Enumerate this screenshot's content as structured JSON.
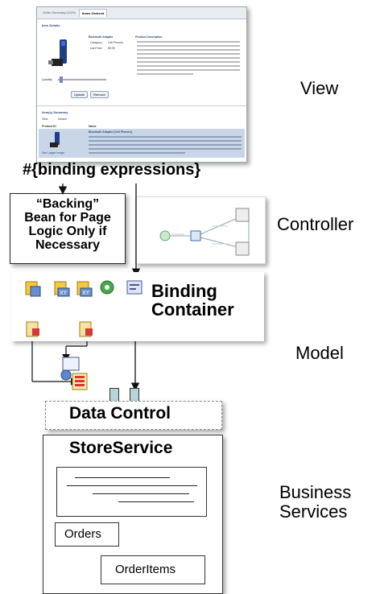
{
  "layers": {
    "view": "View",
    "controller": "Controller",
    "model": "Model",
    "business_line1": "Business",
    "business_line2": "Services"
  },
  "binding_expressions": "#{binding expressions}",
  "backing_bean": {
    "line1": "“Backing”",
    "line2": "Bean for Page",
    "line3": "Logic Only if",
    "line4": "Necessary"
  },
  "binding_container": {
    "line1": "Binding",
    "line2": "Container"
  },
  "data_control": "Data Control",
  "store_service": {
    "title": "StoreService",
    "orders": "Orders",
    "order_items": "OrderItems"
  },
  "view_screenshot": {
    "tab1": "Order Summary (1129)",
    "tab2": "Items Ordered",
    "section1": "Item Details",
    "product_name": "Bluetooth Adapter",
    "category_label": "Category:",
    "category_value": "Cell Phones",
    "list_price_label": "List Price:",
    "list_price_value": "$9.99",
    "desc_title": "Product Description",
    "quantity_label": "Quantity",
    "update_btn": "Update",
    "remove_btn": "Remove",
    "section2": "Item(s) Summary",
    "view_menu": "View",
    "detach": "Detach",
    "col_product_id": "Product ID",
    "col_name": "Name",
    "see_larger": "See Larger Image",
    "row_title": "Bluetooth Adapter [Cell Phones]"
  },
  "colors": {
    "link_blue": "#2a4b73",
    "selected_row": "#c9d6e8",
    "connector_teal": "#b8d4d6"
  }
}
